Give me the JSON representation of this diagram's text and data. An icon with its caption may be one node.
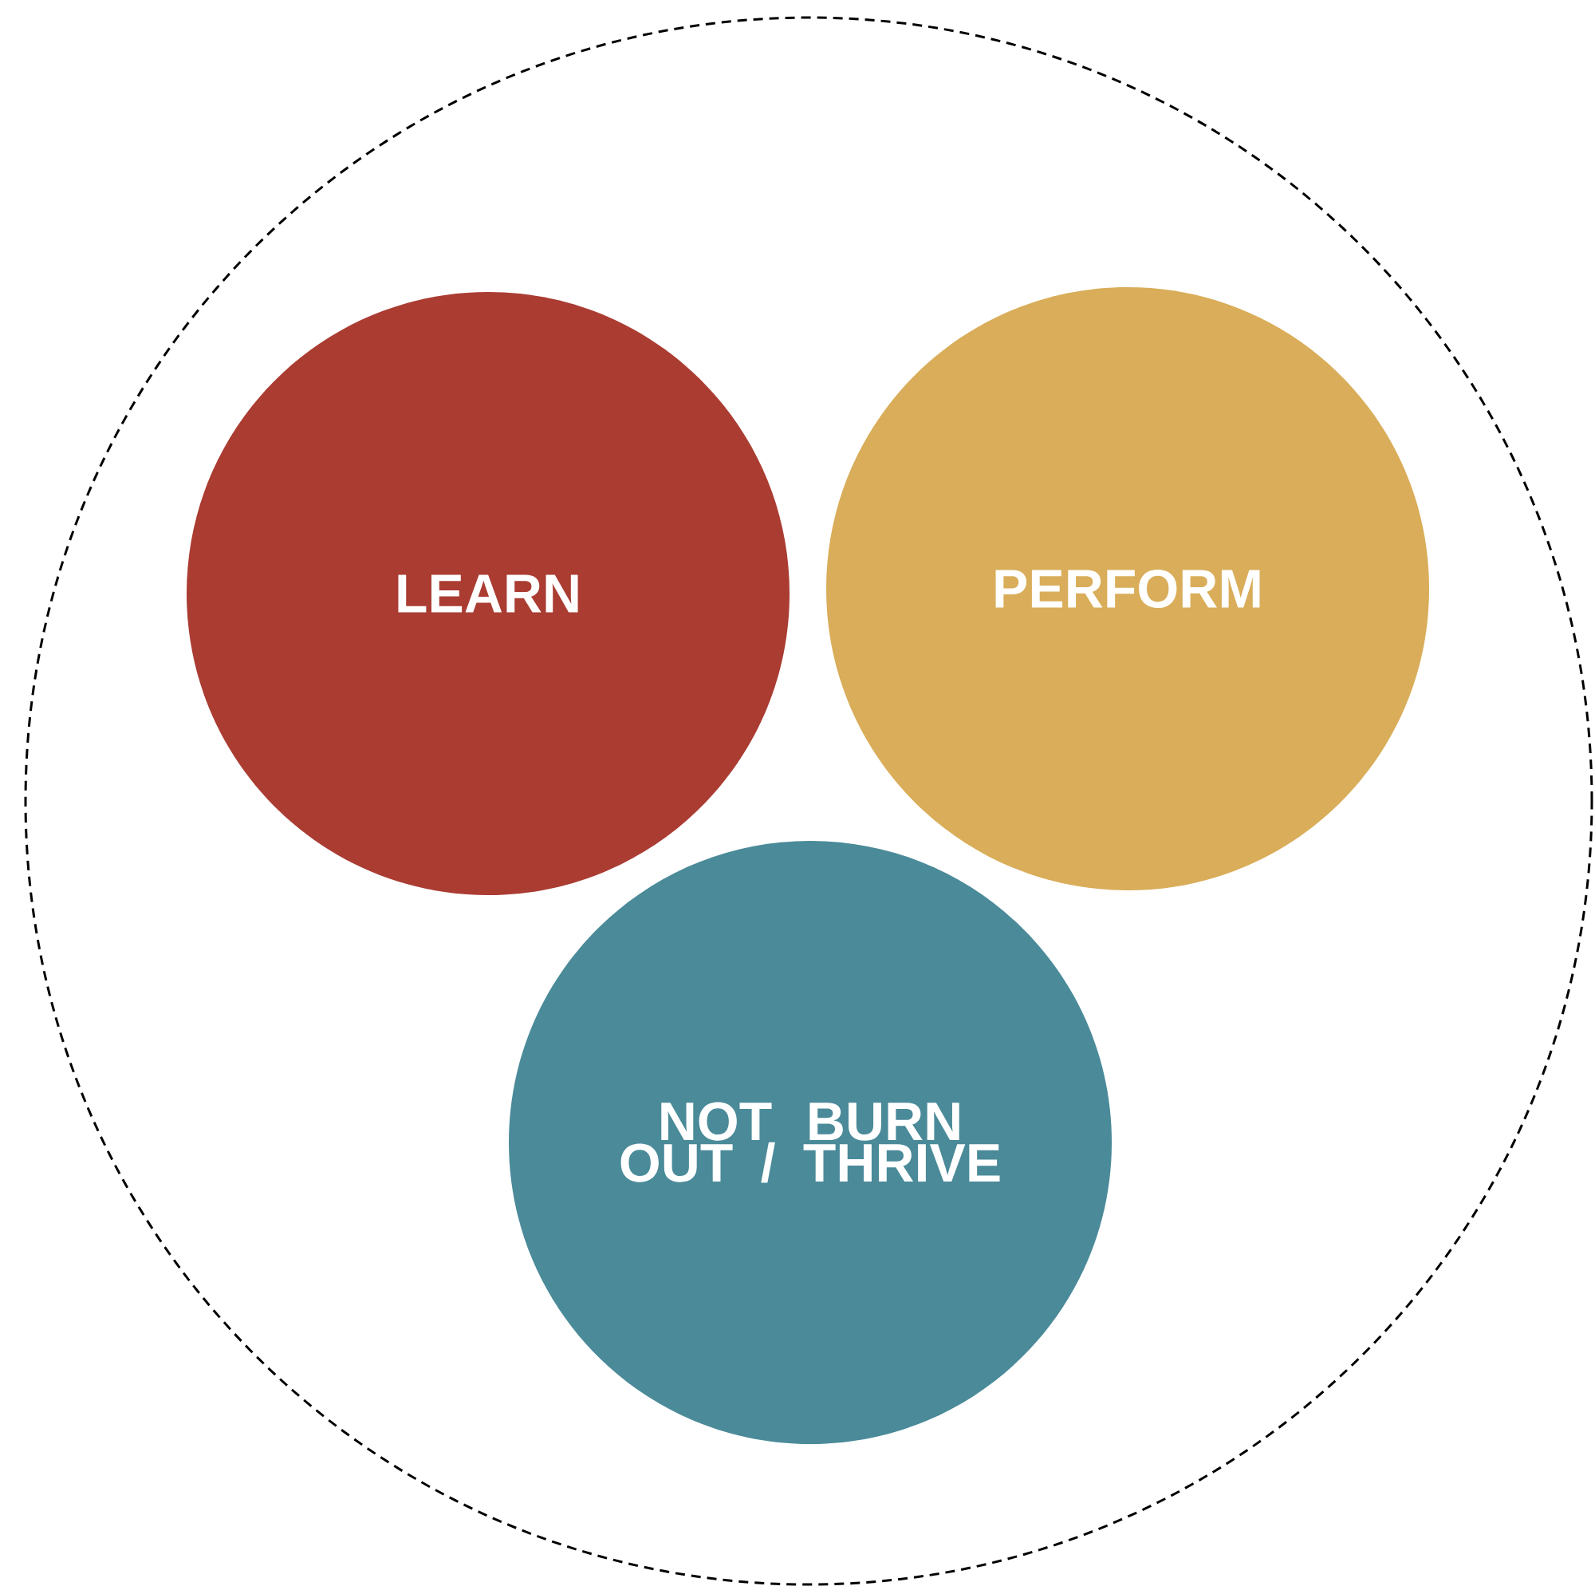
{
  "diagram": {
    "nodes": [
      {
        "text": [],
        "shape": "circle"
      },
      {
        "text": [
          "LEARN"
        ],
        "in": 0
      },
      {
        "text": [
          "PERFORM"
        ],
        "in": 0
      },
      {
        "text": [
          "NOT BURN OUT / THRIVE"
        ],
        "in": 0
      }
    ]
  }
}
